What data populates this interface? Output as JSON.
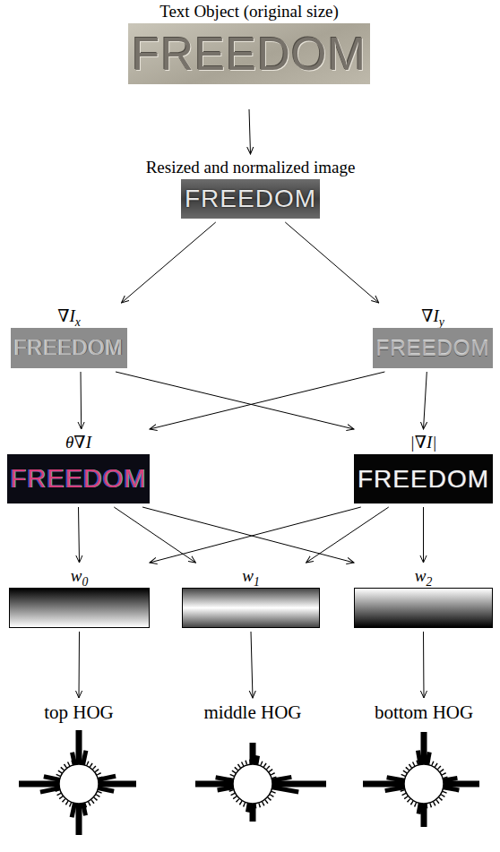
{
  "diagram": {
    "nodes": [
      {
        "text": [
          "Text Object (original size)",
          "FREEDOM"
        ]
      },
      {
        "text": [
          "Resized and normalized image",
          "FREEDOM"
        ]
      },
      {
        "text": [
          "∇Ix",
          "FREEDOM"
        ]
      },
      {
        "text": [
          "∇Iy",
          "FREEDOM"
        ]
      },
      {
        "text": [
          "θ∇I",
          "FREEDOM"
        ]
      },
      {
        "text": [
          "|∇I|",
          "FREEDOM"
        ]
      },
      {
        "text": [
          "w0"
        ]
      },
      {
        "text": [
          "w1"
        ]
      },
      {
        "text": [
          "w2"
        ]
      },
      {
        "text": [
          "top HOG"
        ]
      },
      {
        "text": [
          "middle HOG"
        ]
      },
      {
        "text": [
          "bottom HOG"
        ]
      }
    ],
    "edges": [
      {
        "from": 0,
        "to": 1,
        "arrow": "to"
      },
      {
        "from": 1,
        "to": 2,
        "arrow": "to"
      },
      {
        "from": 1,
        "to": 3,
        "arrow": "to"
      },
      {
        "from": 2,
        "to": 4,
        "arrow": "to"
      },
      {
        "from": 2,
        "to": 5,
        "arrow": "to"
      },
      {
        "from": 3,
        "to": 4,
        "arrow": "to"
      },
      {
        "from": 3,
        "to": 5,
        "arrow": "to"
      },
      {
        "from": 4,
        "to": 6,
        "arrow": "to"
      },
      {
        "from": 4,
        "to": 7,
        "arrow": "to"
      },
      {
        "from": 4,
        "to": 8,
        "arrow": "to"
      },
      {
        "from": 5,
        "to": 6,
        "arrow": "to"
      },
      {
        "from": 5,
        "to": 7,
        "arrow": "to"
      },
      {
        "from": 5,
        "to": 8,
        "arrow": "to"
      },
      {
        "from": 6,
        "to": 9,
        "arrow": "to"
      },
      {
        "from": 7,
        "to": 10,
        "arrow": "to"
      },
      {
        "from": 8,
        "to": 11,
        "arrow": "to"
      }
    ]
  }
}
